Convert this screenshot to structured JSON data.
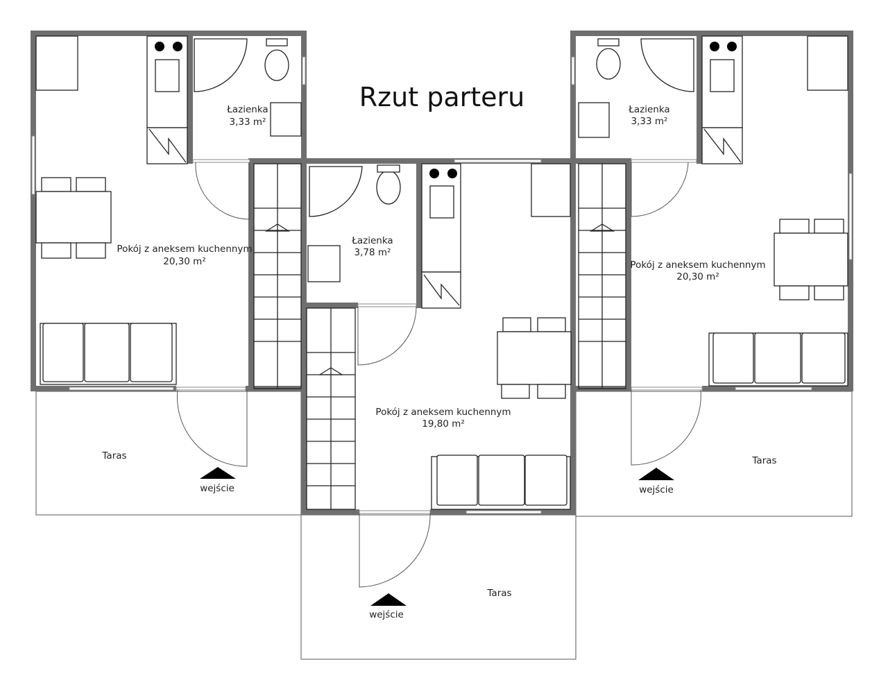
{
  "title": "Rzut parteru",
  "units": {
    "left": {
      "bathroom": {
        "name": "Łazienka",
        "area": "3,33 m²"
      },
      "living": {
        "name": "Pokój z aneksem kuchennym",
        "area": "20,30 m²"
      },
      "terrace": "Taras",
      "entrance": "wejście"
    },
    "middle": {
      "bathroom": {
        "name": "Łazienka",
        "area": "3,78 m²"
      },
      "living": {
        "name": "Pokój z aneksem kuchennym",
        "area": "19,80 m²"
      },
      "terrace": "Taras",
      "entrance": "wejście"
    },
    "right": {
      "bathroom": {
        "name": "Łazienka",
        "area": "3,33 m²"
      },
      "living": {
        "name": "Pokój z aneksem kuchennym",
        "area": "20,30 m²"
      },
      "terrace": "Taras",
      "entrance": "wejście"
    }
  },
  "colors": {
    "wall": "#6f6f6f",
    "line": "#222222"
  }
}
